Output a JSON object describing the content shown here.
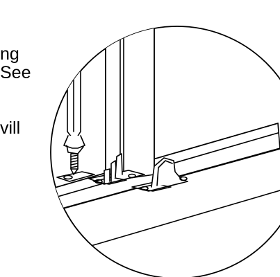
{
  "colors": {
    "line": "#000000",
    "background": "#ffffff"
  },
  "text_fragments": [
    "ng",
    "See",
    "vill"
  ]
}
